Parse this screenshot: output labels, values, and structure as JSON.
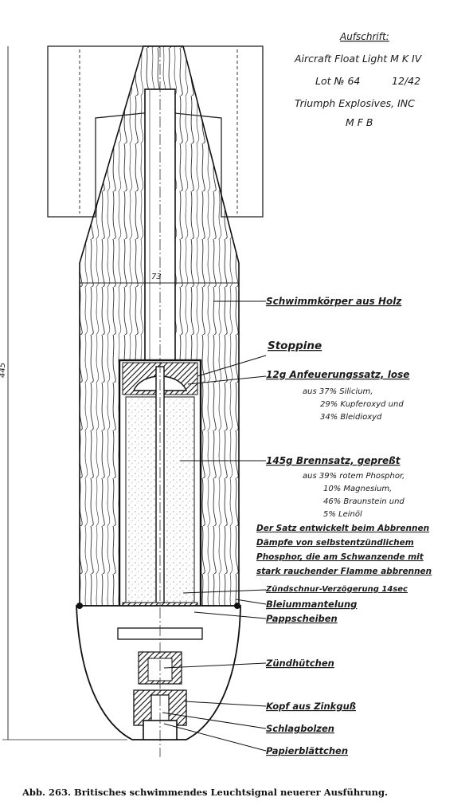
{
  "inscription": {
    "heading": "Aufschrift:",
    "line1": "Aircraft Float Light M K IV",
    "line2_lot": "Lot № 64",
    "line2_date": "12/42",
    "line3": "Triumph Explosives, INC",
    "line4": "M F B"
  },
  "dimensions": {
    "width": "73",
    "height": "445"
  },
  "labels": {
    "float_body": "Schwimmkörper aus Holz",
    "stoppine": "Stoppine",
    "ignition_charge": "12g Anfeuerungssatz, lose",
    "ignition_line1": "aus 37% Silicium,",
    "ignition_line2": "29% Kupferoxyd und",
    "ignition_line3": "34% Bleidioxyd",
    "burning_charge": "145g Brennsatz, gepreßt",
    "burning_line1": "aus 39% rotem Phosphor,",
    "burning_line2": "10% Magnesium,",
    "burning_line3": "46% Braunstein und",
    "burning_line4": "5% Leinöl",
    "note_line1": "Der Satz entwickelt beim Abbrennen",
    "note_line2": "Dämpfe von selbstentzündlichem",
    "note_line3": "Phosphor, die am Schwanzende mit",
    "note_line4": "stark rauchender Flamme abbrennen",
    "fuse_delay": "Zündschnur-Verzögerung 14sec",
    "lead_sheath": "Bleiummantelung",
    "cardboard_discs": "Pappscheiben",
    "primer_cap": "Zündhütchen",
    "zinc_head": "Kopf aus Zinkguß",
    "firing_pin": "Schlagbolzen",
    "paper_disc": "Papierblättchen"
  },
  "caption": {
    "label": "Abb. 263.",
    "text": "Britisches schwimmendes Leuchtsignal neuerer Ausführung."
  }
}
